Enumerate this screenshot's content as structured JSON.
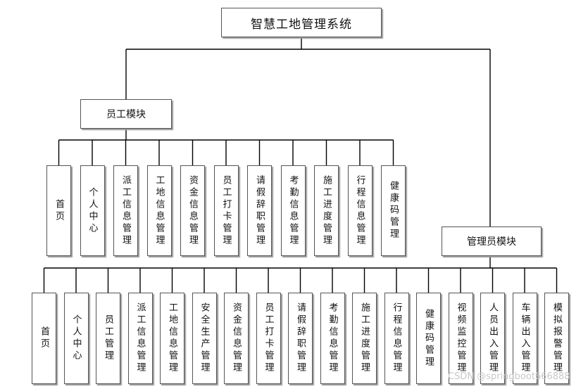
{
  "root": {
    "label": "智慧工地管理系统"
  },
  "employee_module": {
    "label": "员工模块",
    "items": [
      "首页",
      "个人中心",
      "派工信息管理",
      "工地信息管理",
      "资金信息管理",
      "员工打卡管理",
      "请假辞职管理",
      "考勤信息管理",
      "施工进度管理",
      "行程信息管理",
      "健康码管理"
    ]
  },
  "admin_module": {
    "label": "管理员模块",
    "items": [
      "首页",
      "个人中心",
      "员工管理",
      "派工信息管理",
      "工地信息管理",
      "安全生产管理",
      "资金信息管理",
      "员工打卡管理",
      "请假辞职管理",
      "考勤信息管理",
      "施工进度管理",
      "行程信息管理",
      "健康码管理",
      "视频监控管理",
      "人员出入管理",
      "车辆出入管理",
      "模拟报警管理"
    ]
  },
  "watermark": "CSDN @springboot666888",
  "colors": {
    "line": "#000000",
    "border": "#555555",
    "shadow": "#9a9a9a",
    "watermark": "#c8c8c8"
  }
}
